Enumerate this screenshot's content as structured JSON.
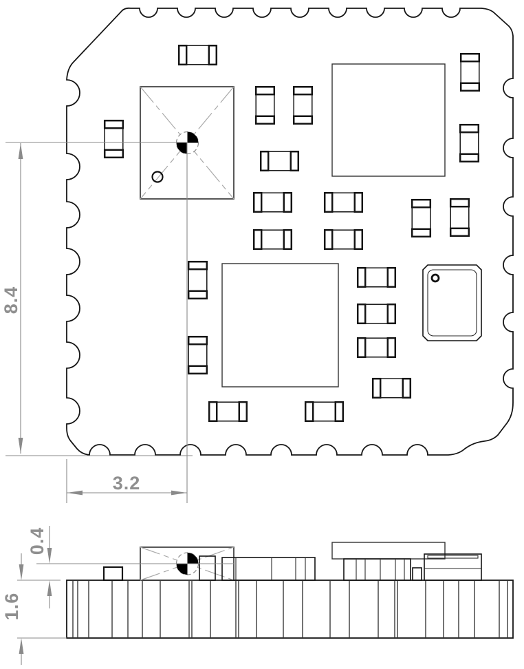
{
  "dimensions": {
    "top_view_vertical": "8.4",
    "top_view_horizontal": "3.2",
    "side_view_component_height": "0.4",
    "side_view_board_thickness": "1.6"
  },
  "colors": {
    "outline": "#161616",
    "component": "#141414",
    "dimension_lines": "#8a8a8a",
    "dimension_text": "#8f8f8f",
    "background": "#ffffff"
  },
  "icons": {
    "centroid_mark": "quartered black/white circle",
    "pin1_marker": "small circle"
  }
}
